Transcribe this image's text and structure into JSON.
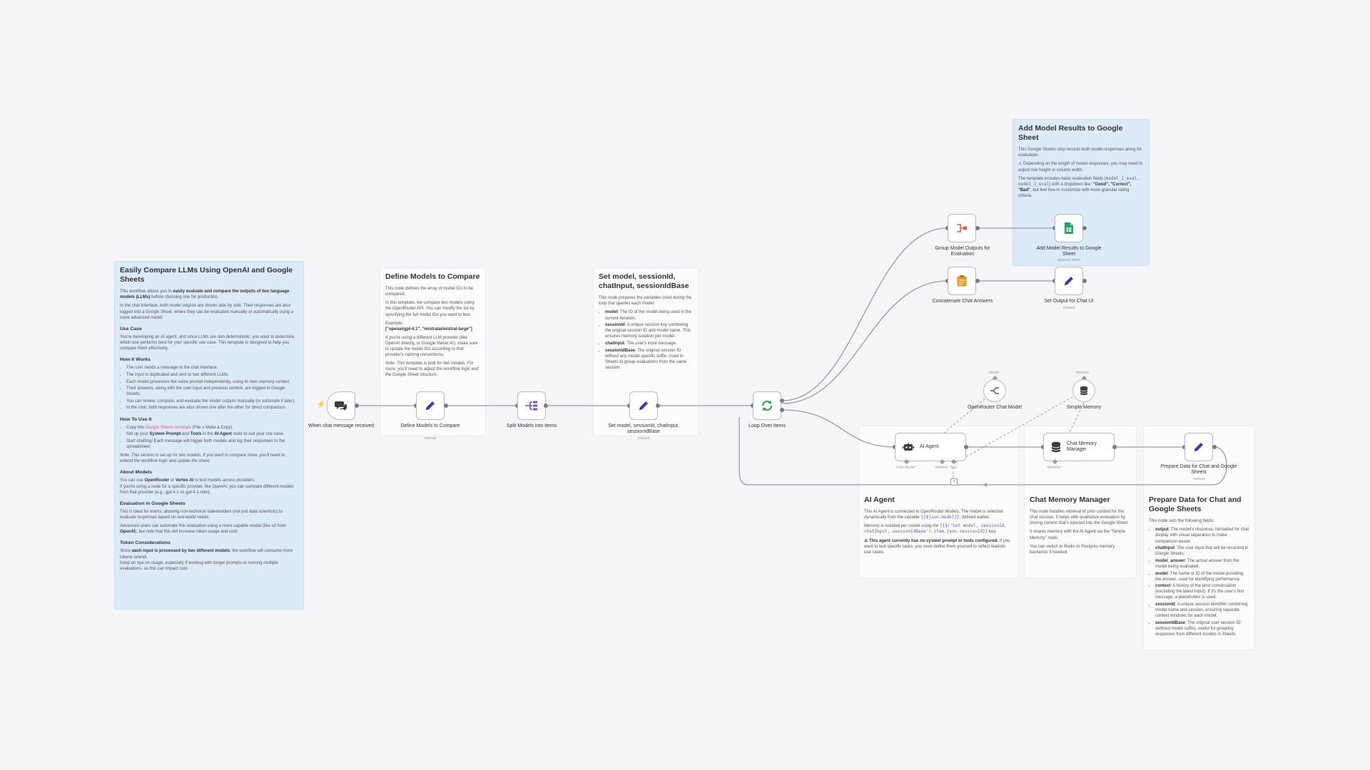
{
  "notes": {
    "main": {
      "title": "Easily Compare LLMs Using OpenAI and Google Sheets",
      "intro1_a": "This workflow allows you to ",
      "intro1_b": "easily evaluate and compare the outputs of two language models (LLMs)",
      "intro1_c": " before choosing one for production.",
      "intro2": "In the chat interface, both model outputs are shown side by side. Their responses are also logged into a Google Sheet, where they can be evaluated manually or automatically using a more advanced model.",
      "usecase_title": "Use Case",
      "usecase_text": "You're developing an AI agent, and since LLMs are non-deterministic, you want to determine which one performs best for your specific use case. This template is designed to help you compare them effectively.",
      "how_title": "How It Works",
      "how_items": [
        "The user sends a message to the chat interface.",
        "The input is duplicated and sent to two different LLMs.",
        "Each model processes the same prompt independently, using its own memory context.",
        "Their answers, along with the user input and previous context, are logged to Google Sheets.",
        "You can review, compare, and evaluate the model outputs manually (or automate it later).",
        "In the chat, both responses are also shown one after the other for direct comparison."
      ],
      "use_title": "How To Use It",
      "use_item1_a": "Copy this ",
      "use_item1_link": "Google Sheets template",
      "use_item1_b": " (File » Make a Copy).",
      "use_item2_a": "Set up your ",
      "use_item2_b": "System Prompt",
      "use_item2_c": " and ",
      "use_item2_d": "Tools",
      "use_item2_e": " in the ",
      "use_item2_f": "AI Agent",
      "use_item2_g": " node to suit your use case.",
      "use_item3": "Start chatting! Each message will trigger both models and log their responses to the spreadsheet.",
      "use_note": "Note: This version is set up for two models. If you want to compare more, you'll need to extend the workflow logic and update the sheet.",
      "models_title": "About Models",
      "models_text1_a": "You can use ",
      "models_text1_b": "OpenRouter",
      "models_text1_c": " or ",
      "models_text1_d": "Vertex AI",
      "models_text1_e": " to test models across providers.",
      "models_text2": "If you're using a node for a specific provider, like OpenAI, you can compare different models from that provider (e.g., gpt-4.1 vs gpt-4.1-mini).",
      "eval_title": "Evaluation in Google Sheets",
      "eval_text1": "This is ideal for teams, allowing non-technical stakeholders (not just data scientists) to evaluate responses based on real-world needs.",
      "eval_text2_a": "Advanced users can automate this evaluation using a more capable model (like o3 from ",
      "eval_text2_b": "OpenAI",
      "eval_text2_c": "), but note that this will increase token usage and cost.",
      "token_title": "Token Considerations",
      "token_text1_a": "Since ",
      "token_text1_b": "each input is processed by two different models",
      "token_text1_c": ", the workflow will consume more tokens overall.",
      "token_text2": "Keep an eye on usage, especially if working with longer prompts or running multiple evaluations, as this can impact cost."
    },
    "define": {
      "title": "Define Models to Compare",
      "text1": "This node defines the array of model IDs to be compared.",
      "text2": "In this template, we compare two models using the OpenRouter API. You can modify the list by specifying the full model IDs you want to test.",
      "example_label": "Example:",
      "example_value": "[\"openai/gpt-4.1\", \"mistralai/mistral-large\"]",
      "text3": "If you're using a different LLM provider (like OpenAI directly, or Google Vertex AI), make sure to update the model IDs according to that provider's naming conventions.",
      "text4": "Note: This template is built for two models. For more, you'll need to adjust the workflow logic and the Google Sheet structure."
    },
    "setmodel": {
      "title": "Set model, sessionId, chatInput, sessionIdBase",
      "text1": "This node prepares the variables used during the loop that queries each model:",
      "items": [
        {
          "key": "model",
          "text": ": The ID of the model being used in the current iteration."
        },
        {
          "key": "sessionId",
          "text": ": A unique session key combining the original session ID and model name. This ensures memory isolation per model."
        },
        {
          "key": "chatInput",
          "text": ": The user's input message."
        },
        {
          "key": "sessionIdBase",
          "text": ": The original session ID without any model-specific suffix. Used in Sheets to group evaluations from the same session."
        }
      ]
    },
    "sheet": {
      "title": "Add Model Results to Google Sheet",
      "text1": "This Google Sheets step records both model responses along for evaluation.",
      "text2": "⚠ Depending on the length of model responses, you may need to adjust row height or column width.",
      "text3_a": "The template includes basic evaluation fields (",
      "text3_code": "model_1_eval, model_2_eval",
      "text3_b": ") with a dropdown like:",
      "text3_c": "\"Good\", \"Correct\", \"Bad\"",
      "text3_d": ", but feel free to customize with more granular rating criteria."
    },
    "agent": {
      "title": "AI Agent",
      "text1_a": "This AI Agent is connected to OpenRouter Models. The model is selected dynamically from the variable ",
      "text1_code": "{{$json.model}}",
      "text1_b": ", defined earlier.",
      "text2_a": "Memory is isolated per model using the ",
      "text2_code": "{{$('Set model, sessionId, chatInput, sessionIdBase').item.json.sessionId}}",
      "text2_b": " key.",
      "text3_a": "⚠ This agent currently has no system prompt or tools configured.",
      "text3_b": " If you want to test specific tasks, you must define them yourself to reflect realistic use cases."
    },
    "memory": {
      "title": "Chat Memory Manager",
      "text1": "This node handles retrieval of prior context for the chat session. It helps with qualitative evaluation by storing context that's injected into the Google Sheet.",
      "text2": "It shares memory with the AI Agent via the \"Simple Memory\" node.",
      "text3": "You can switch to Redis or Postgres memory backends if needed."
    },
    "prepare": {
      "title": "Prepare Data for Chat and Google Sheets",
      "text1": "This node sets the following fields:",
      "items": [
        {
          "key": "output",
          "text": ": The model's response, formatted for chat display with visual separation to make comparison easier."
        },
        {
          "key": "chatInput",
          "text": ": The user input that will be recorded in Google Sheets."
        },
        {
          "key": "model_answer",
          "text": ": The actual answer from the model being evaluated."
        },
        {
          "key": "model",
          "text": ": The name or ID of the model providing the answer, used for identifying performance."
        },
        {
          "key": "context",
          "text": ": A history of the prior conversation (excluding the latest input). If it's the user's first message, a placeholder is used."
        },
        {
          "key": "sessionId",
          "text": ": A unique session identifier combining model name and session, ensuring separate context windows for each model."
        },
        {
          "key": "sessionIdBase",
          "text": ": The original user session ID (without model suffix), useful for grouping responses from different models in Sheets."
        }
      ]
    }
  },
  "nodes": {
    "chat_trigger": {
      "label": "When chat message received",
      "icon": "chat-bubble-icon"
    },
    "define_models": {
      "label": "Define Models to Compare",
      "sub": "manual",
      "icon": "pencil-icon"
    },
    "split_models": {
      "label": "Split Models into Items",
      "icon": "split-icon"
    },
    "set_model": {
      "label": "Set model, sessionId, chatInput, sessionIdBase",
      "sub": "manual",
      "icon": "pencil-icon"
    },
    "loop": {
      "label": "Loop Over Items",
      "icon": "loop-icon"
    },
    "group_outputs": {
      "label": "Group Model Outputs for Evaluation",
      "icon": "aggregate-icon"
    },
    "add_sheet": {
      "label": "Add Model Results to Google Sheet",
      "sub": "append: sheet",
      "icon": "google-sheets-icon"
    },
    "concat": {
      "label": "Concatenate Chat Answers",
      "icon": "clipboard-icon"
    },
    "set_output": {
      "label": "Set Output for Chat UI",
      "sub": "manual",
      "icon": "pencil-icon"
    },
    "ai_agent": {
      "label": "AI Agent",
      "port_model": "Chat Model*",
      "port_memory": "Memory",
      "port_tool": "Tool",
      "icon": "robot-icon"
    },
    "memory_manager": {
      "label": "Chat Memory Manager",
      "port_memory": "Memory*",
      "icon": "database-icon"
    },
    "prepare": {
      "label": "Prepare Data for Chat and Google Sheets",
      "sub": "manual",
      "icon": "pencil-icon"
    },
    "openrouter": {
      "label": "OpenRouter Chat Model",
      "top": "Model",
      "icon": "openrouter-icon"
    },
    "simple_memory": {
      "label": "Simple Memory",
      "top": "Memory",
      "icon": "database-icon"
    }
  },
  "colors": {
    "canvas": "#f5f5f7",
    "note_blue": "#dce9f7",
    "pencil": "#3a3ac0",
    "sheets_green": "#23a566",
    "loop_green": "#2e9e4a",
    "aggregate_red": "#e0604e",
    "concat_orange": "#e69a25",
    "trigger_orange": "#ff6d5a"
  }
}
